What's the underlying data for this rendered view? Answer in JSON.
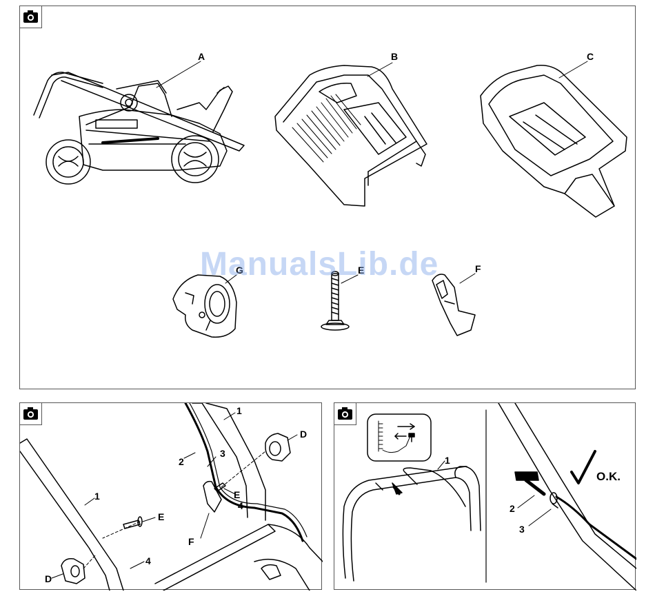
{
  "top_panel": {
    "labels": {
      "a": "A",
      "b": "B",
      "c": "C",
      "g": "G",
      "e": "E",
      "f": "F"
    }
  },
  "bottom_left_panel": {
    "labels": {
      "one_top": "1",
      "two": "2",
      "three": "3",
      "d_right": "D",
      "e_mid": "E",
      "f": "F",
      "four_mid": "4",
      "one_left": "1",
      "e_left": "E",
      "four_bottom": "4",
      "d_left": "D"
    }
  },
  "bottom_right_panel": {
    "labels": {
      "one": "1",
      "two": "2",
      "three": "3",
      "ok": "O.K."
    }
  },
  "watermark": "ManualsLib.de",
  "icons": [
    "camera-icon",
    "check-mark-icon",
    "arrow-icon"
  ]
}
